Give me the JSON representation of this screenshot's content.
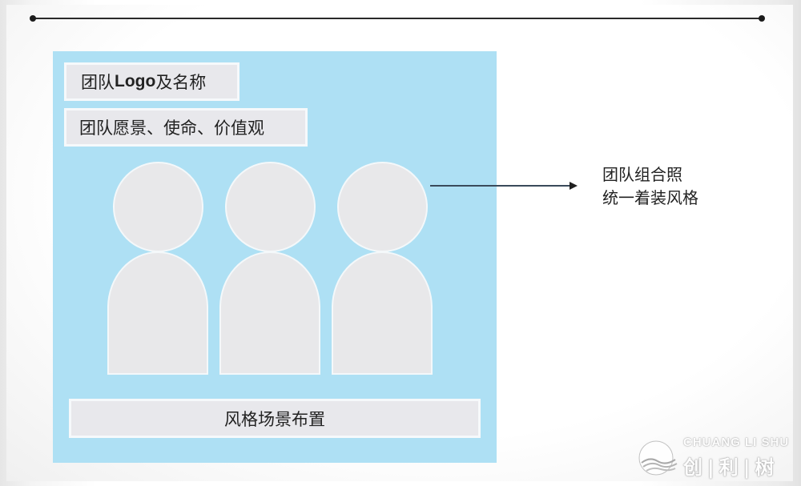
{
  "slide": {
    "header_line": {
      "color": "#2a2a2a"
    },
    "panel": {
      "background": "#aee0f4",
      "team_logo_name": {
        "prefix": "团队 ",
        "latin": "Logo",
        "suffix": "及名称",
        "full": "团队 Logo及名称"
      },
      "team_vision": "团队愿景、使命、价值观",
      "people_count": 3,
      "scene_layout": "风格场景布置"
    },
    "callout": {
      "line1": "团队组合照",
      "line2": "统一着装风格"
    },
    "watermark": {
      "english": "CHUANG LI SHU",
      "chinese": "创|利|树"
    }
  }
}
